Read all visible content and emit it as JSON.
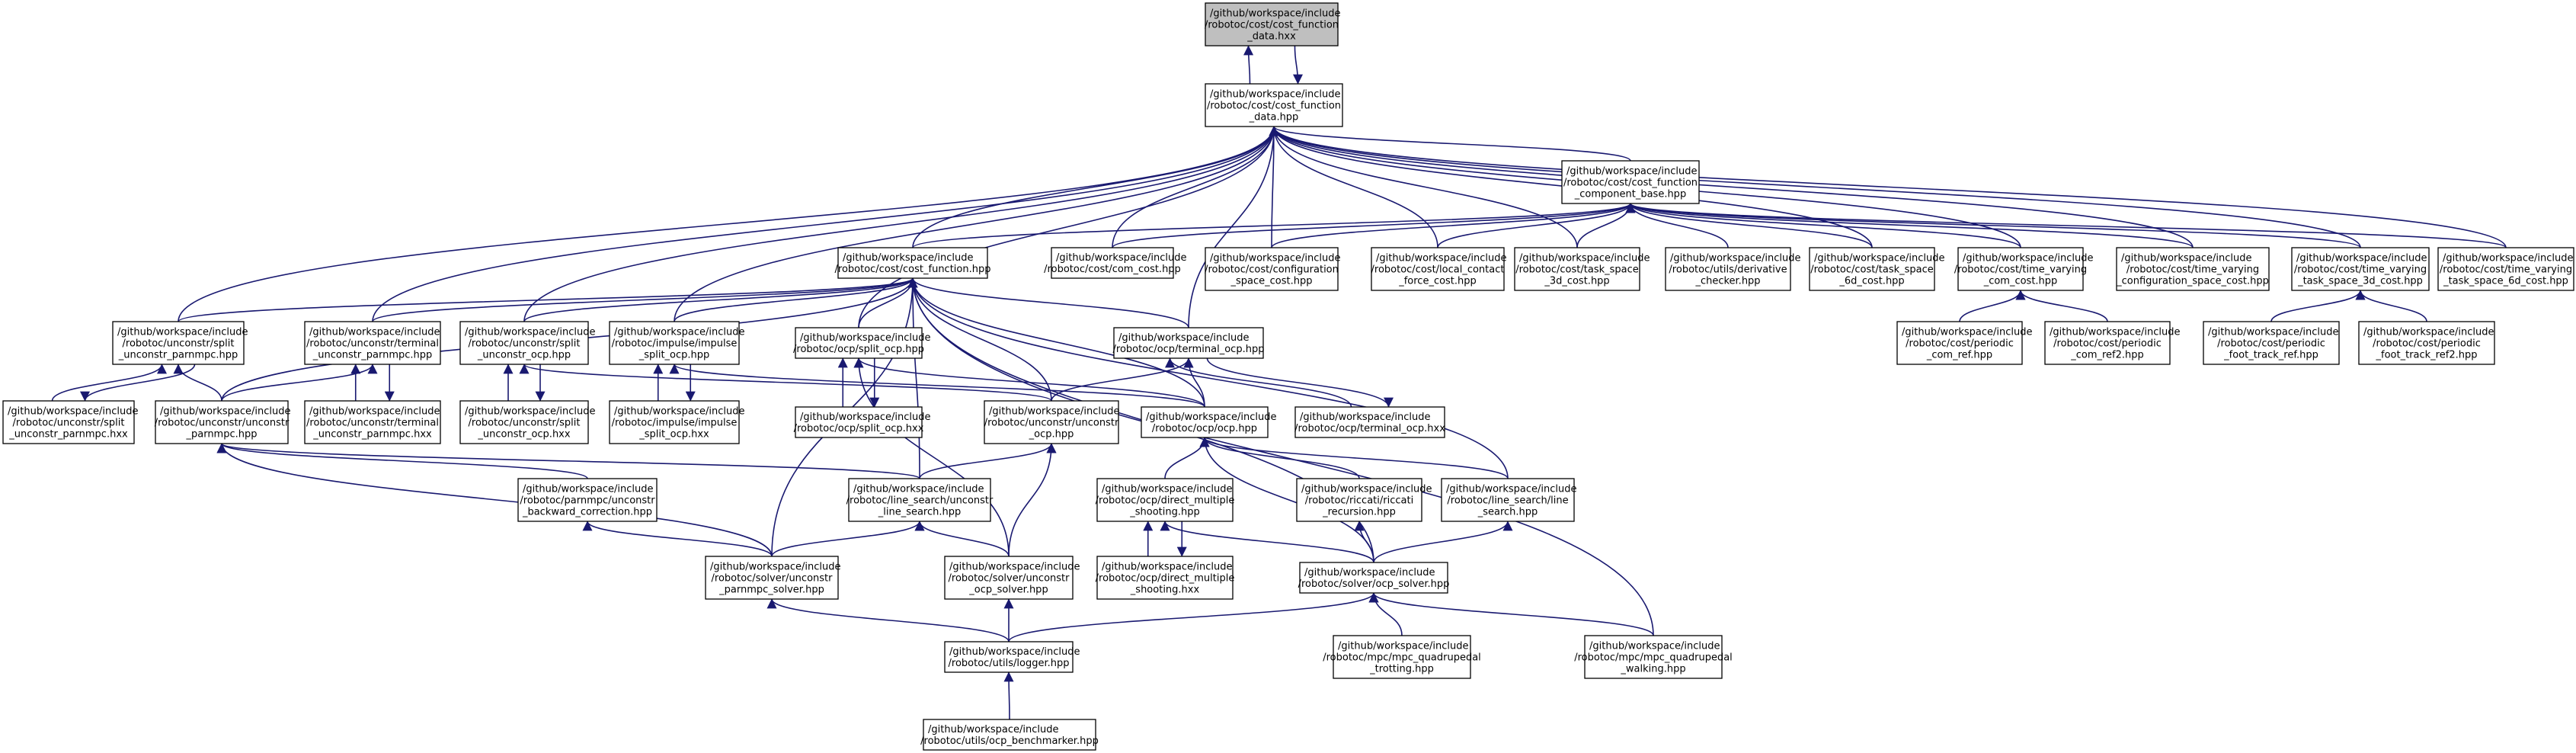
{
  "colors": {
    "edge": "#191970",
    "node_fill": "#ffffff",
    "focus_fill": "#bfbfbf",
    "node_border": "#000000",
    "text": "#000000"
  },
  "nodes": [
    {
      "id": "n_root",
      "focus": true,
      "lines": [
        "/github/workspace/include",
        "/robotoc/cost/cost_function",
        "_data.hxx"
      ]
    },
    {
      "id": "n_cfdata",
      "lines": [
        "/github/workspace/include",
        "/robotoc/cost/cost_function",
        "_data.hpp"
      ]
    },
    {
      "id": "n_cfcomp",
      "lines": [
        "/github/workspace/include",
        "/robotoc/cost/cost_function",
        "_component_base.hpp"
      ]
    },
    {
      "id": "n_cf",
      "lines": [
        "/github/workspace/include",
        "/robotoc/cost/cost_function.hpp"
      ]
    },
    {
      "id": "n_com",
      "lines": [
        "/github/workspace/include",
        "/robotoc/cost/com_cost.hpp"
      ]
    },
    {
      "id": "n_config",
      "lines": [
        "/github/workspace/include",
        "/robotoc/cost/configuration",
        "_space_cost.hpp"
      ]
    },
    {
      "id": "n_local",
      "lines": [
        "/github/workspace/include",
        "/robotoc/cost/local_contact",
        "_force_cost.hpp"
      ]
    },
    {
      "id": "n_task3d",
      "lines": [
        "/github/workspace/include",
        "/robotoc/cost/task_space",
        "_3d_cost.hpp"
      ]
    },
    {
      "id": "n_deriv",
      "lines": [
        "/github/workspace/include",
        "/robotoc/utils/derivative",
        "_checker.hpp"
      ]
    },
    {
      "id": "n_task6d",
      "lines": [
        "/github/workspace/include",
        "/robotoc/cost/task_space",
        "_6d_cost.hpp"
      ]
    },
    {
      "id": "n_tvcom",
      "lines": [
        "/github/workspace/include",
        "/robotoc/cost/time_varying",
        "_com_cost.hpp"
      ]
    },
    {
      "id": "n_tvconf",
      "lines": [
        "/github/workspace/include",
        "/robotoc/cost/time_varying",
        "_configuration_space_cost.hpp"
      ]
    },
    {
      "id": "n_tv3d",
      "lines": [
        "/github/workspace/include",
        "/robotoc/cost/time_varying",
        "_task_space_3d_cost.hpp"
      ]
    },
    {
      "id": "n_tv6d",
      "lines": [
        "/github/workspace/include",
        "/robotoc/cost/time_varying",
        "_task_space_6d_cost.hpp"
      ]
    },
    {
      "id": "n_pcom",
      "lines": [
        "/github/workspace/include",
        "/robotoc/cost/periodic",
        "_com_ref.hpp"
      ]
    },
    {
      "id": "n_pcom2",
      "lines": [
        "/github/workspace/include",
        "/robotoc/cost/periodic",
        "_com_ref2.hpp"
      ]
    },
    {
      "id": "n_pfoot",
      "lines": [
        "/github/workspace/include",
        "/robotoc/cost/periodic",
        "_foot_track_ref.hpp"
      ]
    },
    {
      "id": "n_pfoot2",
      "lines": [
        "/github/workspace/include",
        "/robotoc/cost/periodic",
        "_foot_track_ref2.hpp"
      ]
    },
    {
      "id": "n_usplitpm",
      "lines": [
        "/github/workspace/include",
        "/robotoc/unconstr/split",
        "_unconstr_parnmpc.hpp"
      ]
    },
    {
      "id": "n_usplitpm_x",
      "lines": [
        "/github/workspace/include",
        "/robotoc/unconstr/split",
        "_unconstr_parnmpc.hxx"
      ]
    },
    {
      "id": "n_utermpm",
      "lines": [
        "/github/workspace/include",
        "/robotoc/unconstr/terminal",
        "_unconstr_parnmpc.hpp"
      ]
    },
    {
      "id": "n_utermpm_x",
      "lines": [
        "/github/workspace/include",
        "/robotoc/unconstr/terminal",
        "_unconstr_parnmpc.hxx"
      ]
    },
    {
      "id": "n_uupm",
      "lines": [
        "/github/workspace/include",
        "/robotoc/unconstr/unconstr",
        "_parnmpc.hpp"
      ]
    },
    {
      "id": "n_usplitocp",
      "lines": [
        "/github/workspace/include",
        "/robotoc/unconstr/split",
        "_unconstr_ocp.hpp"
      ]
    },
    {
      "id": "n_usplitocp_x",
      "lines": [
        "/github/workspace/include",
        "/robotoc/unconstr/split",
        "_unconstr_ocp.hxx"
      ]
    },
    {
      "id": "n_impsplit",
      "lines": [
        "/github/workspace/include",
        "/robotoc/impulse/impulse",
        "_split_ocp.hpp"
      ]
    },
    {
      "id": "n_impsplit_x",
      "lines": [
        "/github/workspace/include",
        "/robotoc/impulse/impulse",
        "_split_ocp.hxx"
      ]
    },
    {
      "id": "n_splitocp",
      "lines": [
        "/github/workspace/include",
        "/robotoc/ocp/split_ocp.hpp"
      ]
    },
    {
      "id": "n_splitocp_x",
      "lines": [
        "/github/workspace/include",
        "/robotoc/ocp/split_ocp.hxx"
      ]
    },
    {
      "id": "n_termocp",
      "lines": [
        "/github/workspace/include",
        "/robotoc/ocp/terminal_ocp.hpp"
      ]
    },
    {
      "id": "n_termocp_x",
      "lines": [
        "/github/workspace/include",
        "/robotoc/ocp/terminal_ocp.hxx"
      ]
    },
    {
      "id": "n_uocp",
      "lines": [
        "/github/workspace/include",
        "/robotoc/unconstr/unconstr",
        "_ocp.hpp"
      ]
    },
    {
      "id": "n_ocp",
      "lines": [
        "/github/workspace/include",
        "/robotoc/ocp/ocp.hpp"
      ]
    },
    {
      "id": "n_pmback",
      "lines": [
        "/github/workspace/include",
        "/robotoc/parnmpc/unconstr",
        "_backward_correction.hpp"
      ]
    },
    {
      "id": "n_lsu",
      "lines": [
        "/github/workspace/include",
        "/robotoc/line_search/unconstr",
        "_line_search.hpp"
      ]
    },
    {
      "id": "n_dms",
      "lines": [
        "/github/workspace/include",
        "/robotoc/ocp/direct_multiple",
        "_shooting.hpp"
      ]
    },
    {
      "id": "n_dms_x",
      "lines": [
        "/github/workspace/include",
        "/robotoc/ocp/direct_multiple",
        "_shooting.hxx"
      ]
    },
    {
      "id": "n_riccati",
      "lines": [
        "/github/workspace/include",
        "/robotoc/riccati/riccati",
        "_recursion.hpp"
      ]
    },
    {
      "id": "n_ls",
      "lines": [
        "/github/workspace/include",
        "/robotoc/line_search/line",
        "_search.hpp"
      ]
    },
    {
      "id": "n_supm",
      "lines": [
        "/github/workspace/include",
        "/robotoc/solver/unconstr",
        "_parnmpc_solver.hpp"
      ]
    },
    {
      "id": "n_suocp",
      "lines": [
        "/github/workspace/include",
        "/robotoc/solver/unconstr",
        "_ocp_solver.hpp"
      ]
    },
    {
      "id": "n_socp",
      "lines": [
        "/github/workspace/include",
        "/robotoc/solver/ocp_solver.hpp"
      ]
    },
    {
      "id": "n_logger",
      "lines": [
        "/github/workspace/include",
        "/robotoc/utils/logger.hpp"
      ]
    },
    {
      "id": "n_mpctrot",
      "lines": [
        "/github/workspace/include",
        "/robotoc/mpc/mpc_quadrupedal",
        "_trotting.hpp"
      ]
    },
    {
      "id": "n_mpcwalk",
      "lines": [
        "/github/workspace/include",
        "/robotoc/mpc/mpc_quadrupedal",
        "_walking.hpp"
      ]
    },
    {
      "id": "n_bench",
      "lines": [
        "/github/workspace/include",
        "/robotoc/utils/ocp_benchmarker.hpp"
      ]
    }
  ]
}
